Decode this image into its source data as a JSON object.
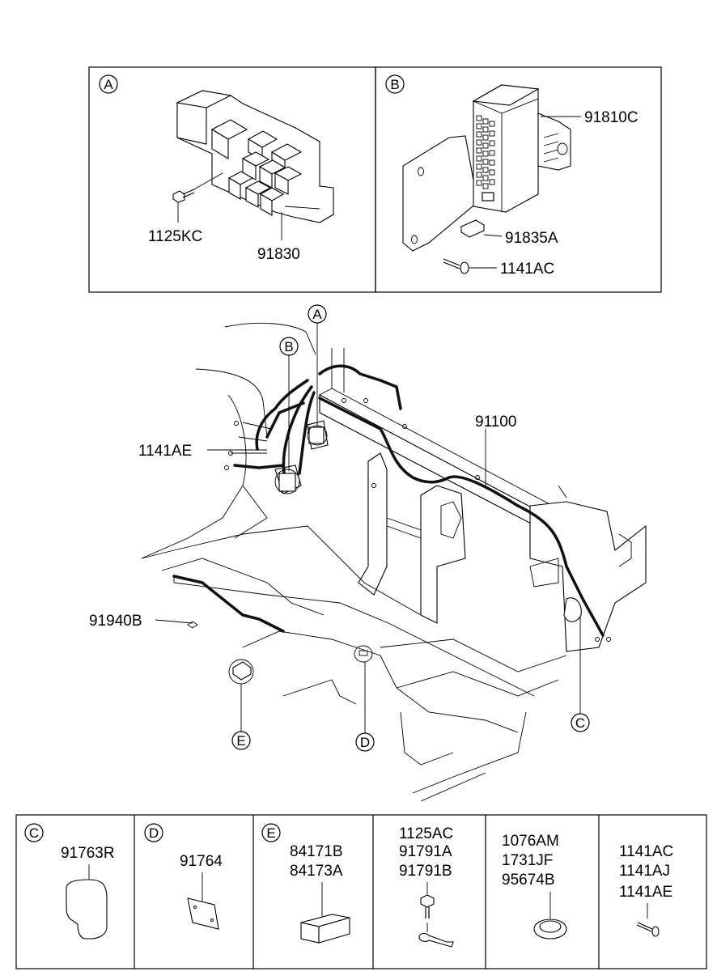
{
  "detail_a": {
    "marker": "A",
    "parts": [
      "1125KC",
      "91830"
    ]
  },
  "detail_b": {
    "marker": "B",
    "parts": [
      "91810C",
      "91835A",
      "1141AC"
    ]
  },
  "main_view": {
    "callout_a": "A",
    "callout_b": "B",
    "callout_c": "C",
    "callout_d": "D",
    "callout_e": "E",
    "parts": {
      "harness": "91100",
      "clip": "1141AE",
      "floor_harness": "91940B"
    }
  },
  "bottom_table": {
    "cells": [
      {
        "marker": "C",
        "parts": [
          "91763R"
        ]
      },
      {
        "marker": "D",
        "parts": [
          "91764"
        ]
      },
      {
        "marker": "E",
        "parts": [
          "84171B",
          "84173A"
        ]
      },
      {
        "marker": "",
        "parts": [
          "1125AC",
          "91791A",
          "91791B"
        ]
      },
      {
        "marker": "",
        "parts": [
          "1076AM",
          "1731JF",
          "95674B"
        ]
      },
      {
        "marker": "",
        "parts": [
          "1141AC",
          "1141AJ",
          "1141AE"
        ]
      }
    ]
  }
}
